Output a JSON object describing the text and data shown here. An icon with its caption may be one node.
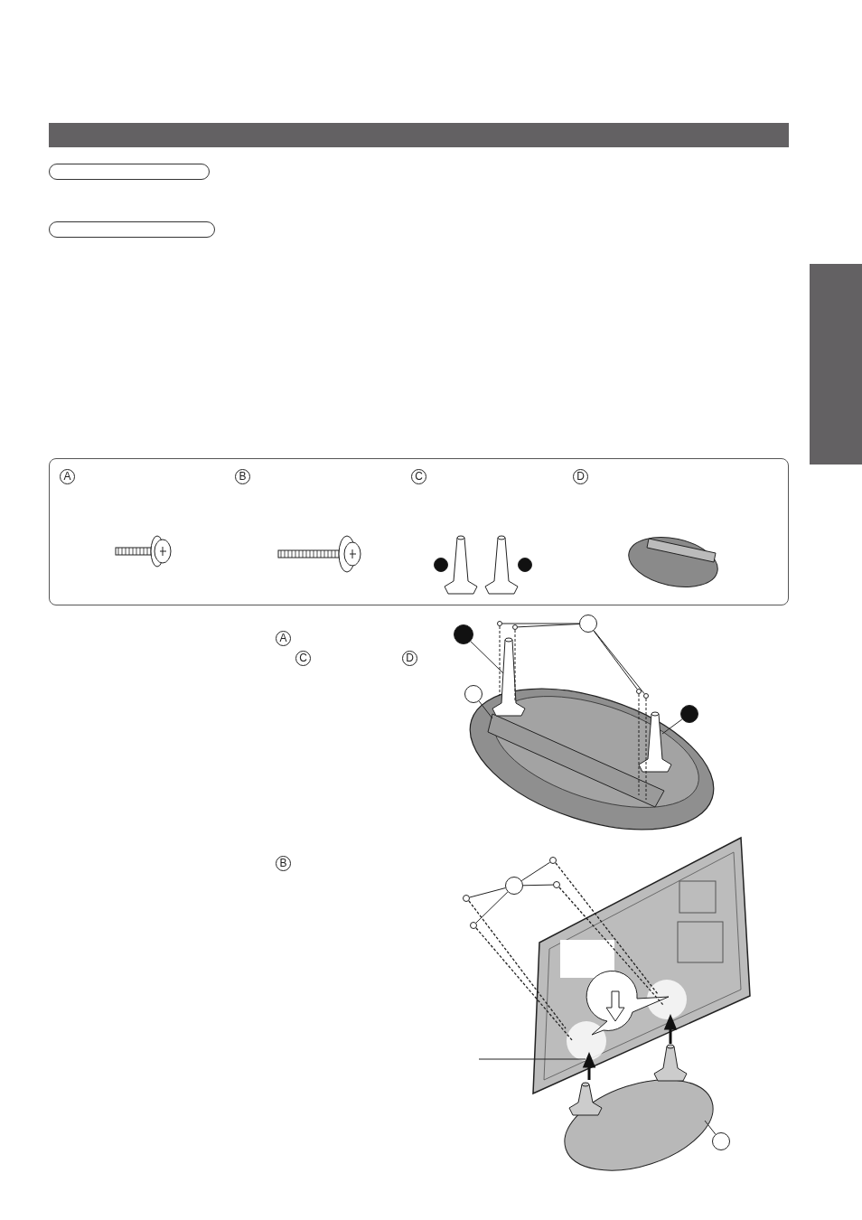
{
  "diagram": {
    "nodes": [
      {
        "text": [],
        "shape": "circle"
      },
      {
        "text": [],
        "shape": "circle"
      },
      {
        "text": [],
        "shape": "circle"
      },
      {
        "text": [],
        "shape": "circle"
      },
      {
        "text": [],
        "shape": "circle"
      },
      {
        "text": [],
        "shape": "circle"
      },
      {
        "text": [],
        "shape": "circle"
      },
      {
        "text": [],
        "shape": "circle"
      },
      {
        "text": [],
        "shape": "box"
      },
      {
        "text": [],
        "shape": "circle"
      },
      {
        "text": [],
        "shape": "circle"
      },
      {
        "text": [],
        "shape": "circle"
      },
      {
        "text": [],
        "shape": "circle"
      },
      {
        "text": [],
        "shape": "circle"
      },
      {
        "text": [],
        "shape": "circle"
      },
      {
        "text": [],
        "shape": "circle"
      },
      {
        "text": [],
        "shape": "circle"
      }
    ],
    "edges": [
      {
        "from": 2,
        "to": null,
        "arrow": "none"
      },
      {
        "from": 3,
        "to": 9,
        "arrow": "none"
      },
      {
        "from": 3,
        "to": 10,
        "arrow": "none"
      },
      {
        "from": 3,
        "to": 11,
        "arrow": "none"
      },
      {
        "from": 3,
        "to": 12,
        "arrow": "none"
      },
      {
        "from": 4,
        "to": null,
        "arrow": "none"
      },
      {
        "from": 5,
        "to": null,
        "arrow": "none"
      },
      {
        "from": 6,
        "to": 15,
        "arrow": "none"
      },
      {
        "from": 6,
        "to": 16,
        "arrow": "none"
      },
      {
        "from": 6,
        "to": 13,
        "arrow": "none"
      },
      {
        "from": 6,
        "to": 14,
        "arrow": "none"
      },
      {
        "from": 7,
        "to": null,
        "arrow": "none"
      }
    ],
    "labels": [
      "A",
      "B",
      "C",
      "D",
      "A",
      "C",
      "D",
      "B"
    ]
  }
}
